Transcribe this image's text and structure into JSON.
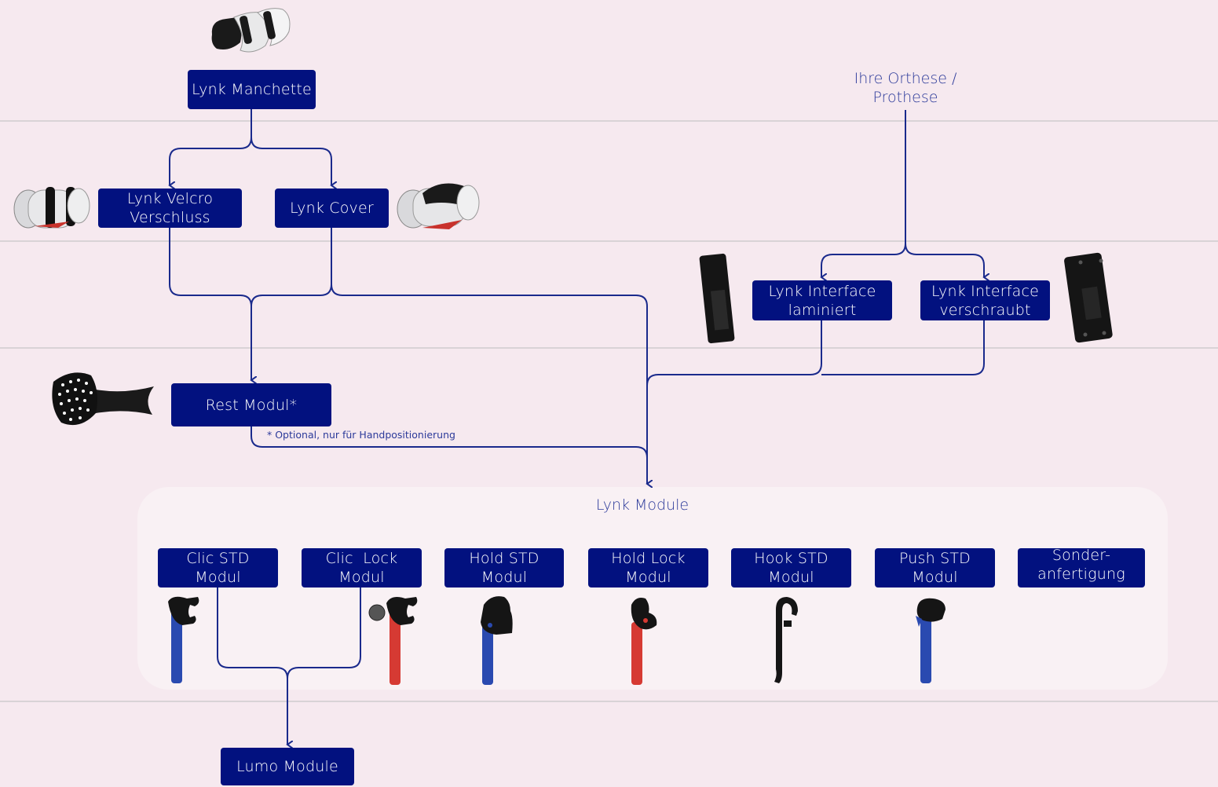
{
  "nodes": {
    "manchette": {
      "label": "Lynk Manchette"
    },
    "velcro": {
      "line1": "Lynk Velcro",
      "line2": "Verschluss"
    },
    "cover": {
      "label": "Lynk Cover"
    },
    "rest": {
      "label": "Rest Modul*"
    },
    "orthese": {
      "line1": "Ihre Orthese /",
      "line2": "Prothese"
    },
    "iface_lam": {
      "line1": "Lynk Interface",
      "line2": "laminiert"
    },
    "iface_ver": {
      "line1": "Lynk Interface",
      "line2": "verschraubt"
    },
    "lumo": {
      "label": "Lumo Module"
    }
  },
  "footnote": "* Optional, nur für Handpositionierung",
  "module_panel": {
    "title": "Lynk Module"
  },
  "modules": [
    {
      "line1": "Clic STD",
      "line2": "Modul",
      "color": "#2a4ab0"
    },
    {
      "line1": "Clic  Lock",
      "line2": "Modul",
      "color": "#d63a33"
    },
    {
      "line1": "Hold STD",
      "line2": "Modul",
      "color": "#2a4ab0"
    },
    {
      "line1": "Hold Lock",
      "line2": "Modul",
      "color": "#d63a33"
    },
    {
      "line1": "Hook STD",
      "line2": "Modul",
      "color": "#111111"
    },
    {
      "line1": "Push STD",
      "line2": "Modul",
      "color": "#2a4ab0"
    },
    {
      "line1": "Sonder-",
      "line2": "anfertigung",
      "color": ""
    }
  ],
  "colors": {
    "node": "#02117f",
    "wire": "#1a2a8c",
    "background": "#f6e9ef"
  }
}
